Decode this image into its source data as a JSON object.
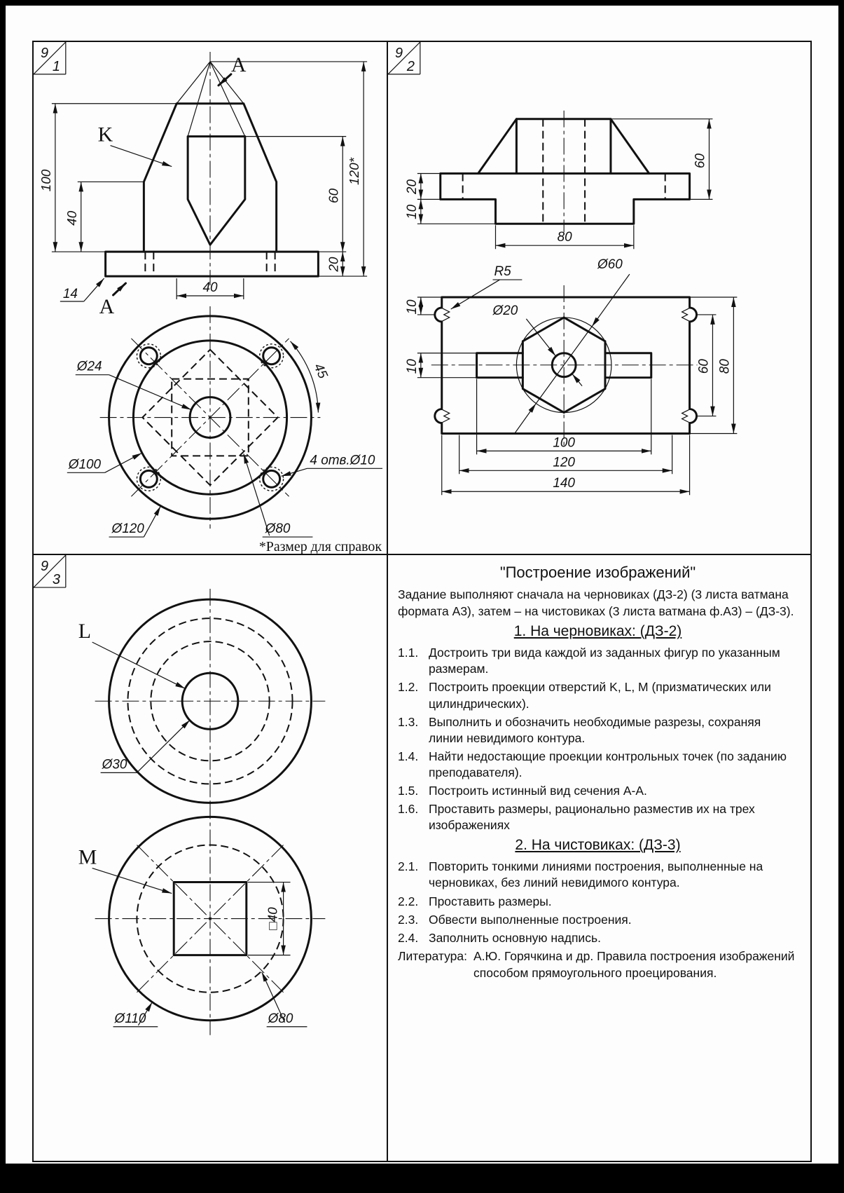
{
  "panels": {
    "p1": {
      "marker": {
        "sheet": "9",
        "num": "1"
      },
      "labels": {
        "a_top": "A",
        "a_bottom": "A",
        "k": "K"
      },
      "front_dims": {
        "h100": "100",
        "h40": "40",
        "w14": "14",
        "h60": "60",
        "h20": "20",
        "h120": "120*",
        "w40": "40"
      },
      "plan_dims": {
        "d24": "Ø24",
        "d100": "Ø100",
        "d120": "Ø120",
        "d80": "Ø80",
        "holes": "4 отв.Ø10",
        "ang45": "45"
      },
      "note": "*Размер для справок"
    },
    "p2": {
      "marker": {
        "sheet": "9",
        "num": "2"
      },
      "front_dims": {
        "h60": "60",
        "h20": "20",
        "h10": "10",
        "w80": "80"
      },
      "plan_dims": {
        "r5": "R5",
        "d60": "Ø60",
        "d20": "Ø20",
        "t10a": "10",
        "t10b": "10",
        "h60": "60",
        "h80": "80",
        "w100": "100",
        "w120": "120",
        "w140": "140"
      }
    },
    "p3": {
      "marker": {
        "sheet": "9",
        "num": "3"
      },
      "labels": {
        "l": "L",
        "m": "M"
      },
      "dims": {
        "d30": "Ø30",
        "d110": "Ø110",
        "d80": "Ø80",
        "sq40": "□40"
      }
    }
  },
  "tasks": {
    "title": "\"Построение изображений\"",
    "intro": "Задание выполняют сначала на черновиках (ДЗ-2) (3 листа ватмана формата А3), затем – на чистовиках (3 листа ватмана ф.А3) – (ДЗ-3).",
    "section1": "1. На черновиках: (ДЗ-2)",
    "items1": [
      {
        "num": "1.1.",
        "text": "Достроить три вида каждой из заданных фигур по указанным размерам."
      },
      {
        "num": "1.2.",
        "text": "Построить проекции отверстий K, L, M (призматических или цилиндрических)."
      },
      {
        "num": "1.3.",
        "text": "Выполнить и обозначить необходимые разрезы, сохраняя линии невидимого контура."
      },
      {
        "num": "1.4.",
        "text": "Найти недостающие проекции контрольных точек (по заданию преподавателя)."
      },
      {
        "num": "1.5.",
        "text": "Построить истинный вид сечения А-А."
      },
      {
        "num": "1.6.",
        "text": "Проставить размеры, рационально разместив их на трех изображениях"
      }
    ],
    "section2": "2. На чистовиках: (ДЗ-3)",
    "items2": [
      {
        "num": "2.1.",
        "text": "Повторить тонкими линиями построения, выполненные на черновиках, без линий невидимого контура."
      },
      {
        "num": "2.2.",
        "text": "Проставить размеры."
      },
      {
        "num": "2.3.",
        "text": "Обвести выполненные построения."
      },
      {
        "num": "2.4.",
        "text": "Заполнить основную надпись."
      }
    ],
    "literature_label": "Литература:",
    "literature_text": "А.Ю. Горячкина и др. Правила построения изображений способом прямоугольного проецирования."
  }
}
